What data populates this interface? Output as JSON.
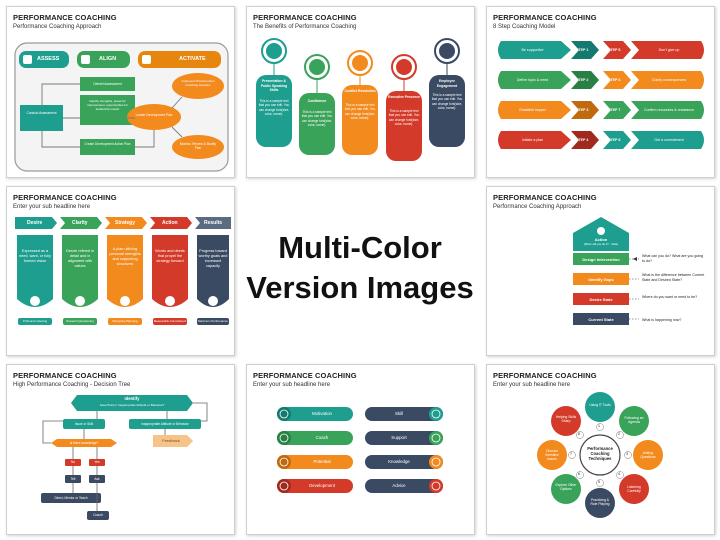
{
  "heading": {
    "line1": "Multi-Color",
    "line2": "Version Images"
  },
  "colors": {
    "teal": "#1e9e8f",
    "green": "#3aa35a",
    "orange": "#f28a1e",
    "red": "#d43a2a",
    "navy": "#3b4a63",
    "slate": "#5a6b82"
  },
  "slides": [
    {
      "title": "PERFORMANCE COACHING",
      "subtitle": "Performance Coaching Approach",
      "labels": {
        "assess": "ASSESS",
        "align": "ALIGN",
        "activate": "ACTIVATE",
        "conduct": "Conduct Assessment",
        "debrief": "Debrief Assessment",
        "identify": "Identify strengths, areas for improvement, opportunities for leadership impact",
        "create": "Create Development Action Plan",
        "leader": "Leader Development Plan",
        "implement": "Implement Plan/Conduct Coaching sessions",
        "monitor": "Monitor, Review & Modify Plan"
      }
    },
    {
      "title": "PERFORMANCE COACHING",
      "subtitle": "The Benefits of Performance Coaching",
      "items": [
        {
          "label": "Presentation & Public Speaking Skills",
          "body": "This is a sample text that you can edit. You can change font(size, color, name)."
        },
        {
          "label": "Confidence",
          "body": "This is a sample text that you can edit. You can change font(size, color, name)."
        },
        {
          "label": "Conflict Resolution",
          "body": "This is a sample text that you can edit. You can change font(size, color, name)."
        },
        {
          "label": "Executive Presence",
          "body": "This is a sample text that you can edit. You can change font(size, color, name)."
        },
        {
          "label": "Employee Engagement",
          "body": "This is a sample text that you can edit. You can change font(size, color, name)."
        }
      ]
    },
    {
      "title": "PERFORMANCE COACHING",
      "subtitle": "8 Step Coaching Model",
      "steps": [
        {
          "step": "STEP 1",
          "label": "Be supportive"
        },
        {
          "step": "STEP 2",
          "label": "Define topic & need"
        },
        {
          "step": "STEP 3",
          "label": "Establish impact"
        },
        {
          "step": "STEP 4",
          "label": "Initiate a plan"
        },
        {
          "step": "STEP 5",
          "label": "Don't give up"
        },
        {
          "step": "STEP 6",
          "label": "Clarify consequences"
        },
        {
          "step": "STEP 7",
          "label": "Confirm recourses & resistance"
        },
        {
          "step": "STEP 8",
          "label": "Get a commitment"
        }
      ]
    },
    {
      "title": "PERFORMANCE COACHING",
      "subtitle": "Enter your sub headline here",
      "columns": [
        {
          "head": "Desire",
          "body": "Expressed as a need, want, or fully formed vision",
          "foot": "Profound Listening"
        },
        {
          "head": "Clarity",
          "body": "Desire refined in detail and in alignment with values",
          "foot": "Powerful Questioning"
        },
        {
          "head": "Strategy",
          "body": "A plan utilizing personal strengths and supporting structures",
          "foot": "Disruptive Planning"
        },
        {
          "head": "Action",
          "body": "Words and deeds that propel the strategy forward",
          "foot": "Measurable Commitment"
        },
        {
          "head": "Results",
          "body": "Progress toward worthy goals and increased capacity",
          "foot": "Maximum Performance"
        }
      ]
    },
    {
      "title": "PERFORMANCE COACHING",
      "subtitle": "Performance Coaching Approach",
      "action": "Action",
      "action_sub": "(When will you do it?....Date)",
      "layers": [
        {
          "label": "Design Intervention",
          "question": "What can you do? What are you going to do?"
        },
        {
          "label": "Identify Gaps",
          "question": "What is the difference between Current State and Desired State?"
        },
        {
          "label": "Desire State",
          "question": "Where do you want or need to be?"
        },
        {
          "label": "Current State",
          "question": "What is happening now?"
        }
      ]
    },
    {
      "title": "PERFORMANCE COACHING",
      "subtitle": "High Performance Coaching - Decision Tree",
      "labels": {
        "identify": "Identify",
        "identify_sub": "Issue/Trait or Inappropriate Attitude or Behavior?",
        "trait": "Issue or Skill",
        "attitude": "Inappropriate Attitude or Behavior",
        "knowledge": "Is there knowledge?",
        "feedback": "Feedback",
        "no": "No",
        "yes": "Yes",
        "tell": "Tell",
        "ask": "Ask",
        "direct": "Direct, Mentor or Teach",
        "coach": "Coach"
      }
    },
    {
      "title": "PERFORMANCE COACHING",
      "subtitle": "Enter your sub headline here",
      "left": [
        "Motivation",
        "Coach",
        "Potential",
        "Development"
      ],
      "right": [
        "Skill",
        "Support",
        "Knowledge",
        "Advice"
      ]
    },
    {
      "title": "PERFORMANCE COACHING",
      "subtitle": "Enter your sub headline here",
      "center": "Performance Coaching Techniques",
      "petals": [
        {
          "num": "1",
          "label": "Using IT Tools"
        },
        {
          "num": "2",
          "label": "Following an Agenda"
        },
        {
          "num": "3",
          "label": "Asking Questions"
        },
        {
          "num": "4",
          "label": "Listening Carefully"
        },
        {
          "num": "5",
          "label": "Practicing & Role Playing"
        },
        {
          "num": "6",
          "label": "Explore Other Options"
        },
        {
          "num": "7",
          "label": "Discuss Sensitive Issues"
        },
        {
          "num": "8",
          "label": "Helping Skills Sharp"
        }
      ]
    }
  ]
}
